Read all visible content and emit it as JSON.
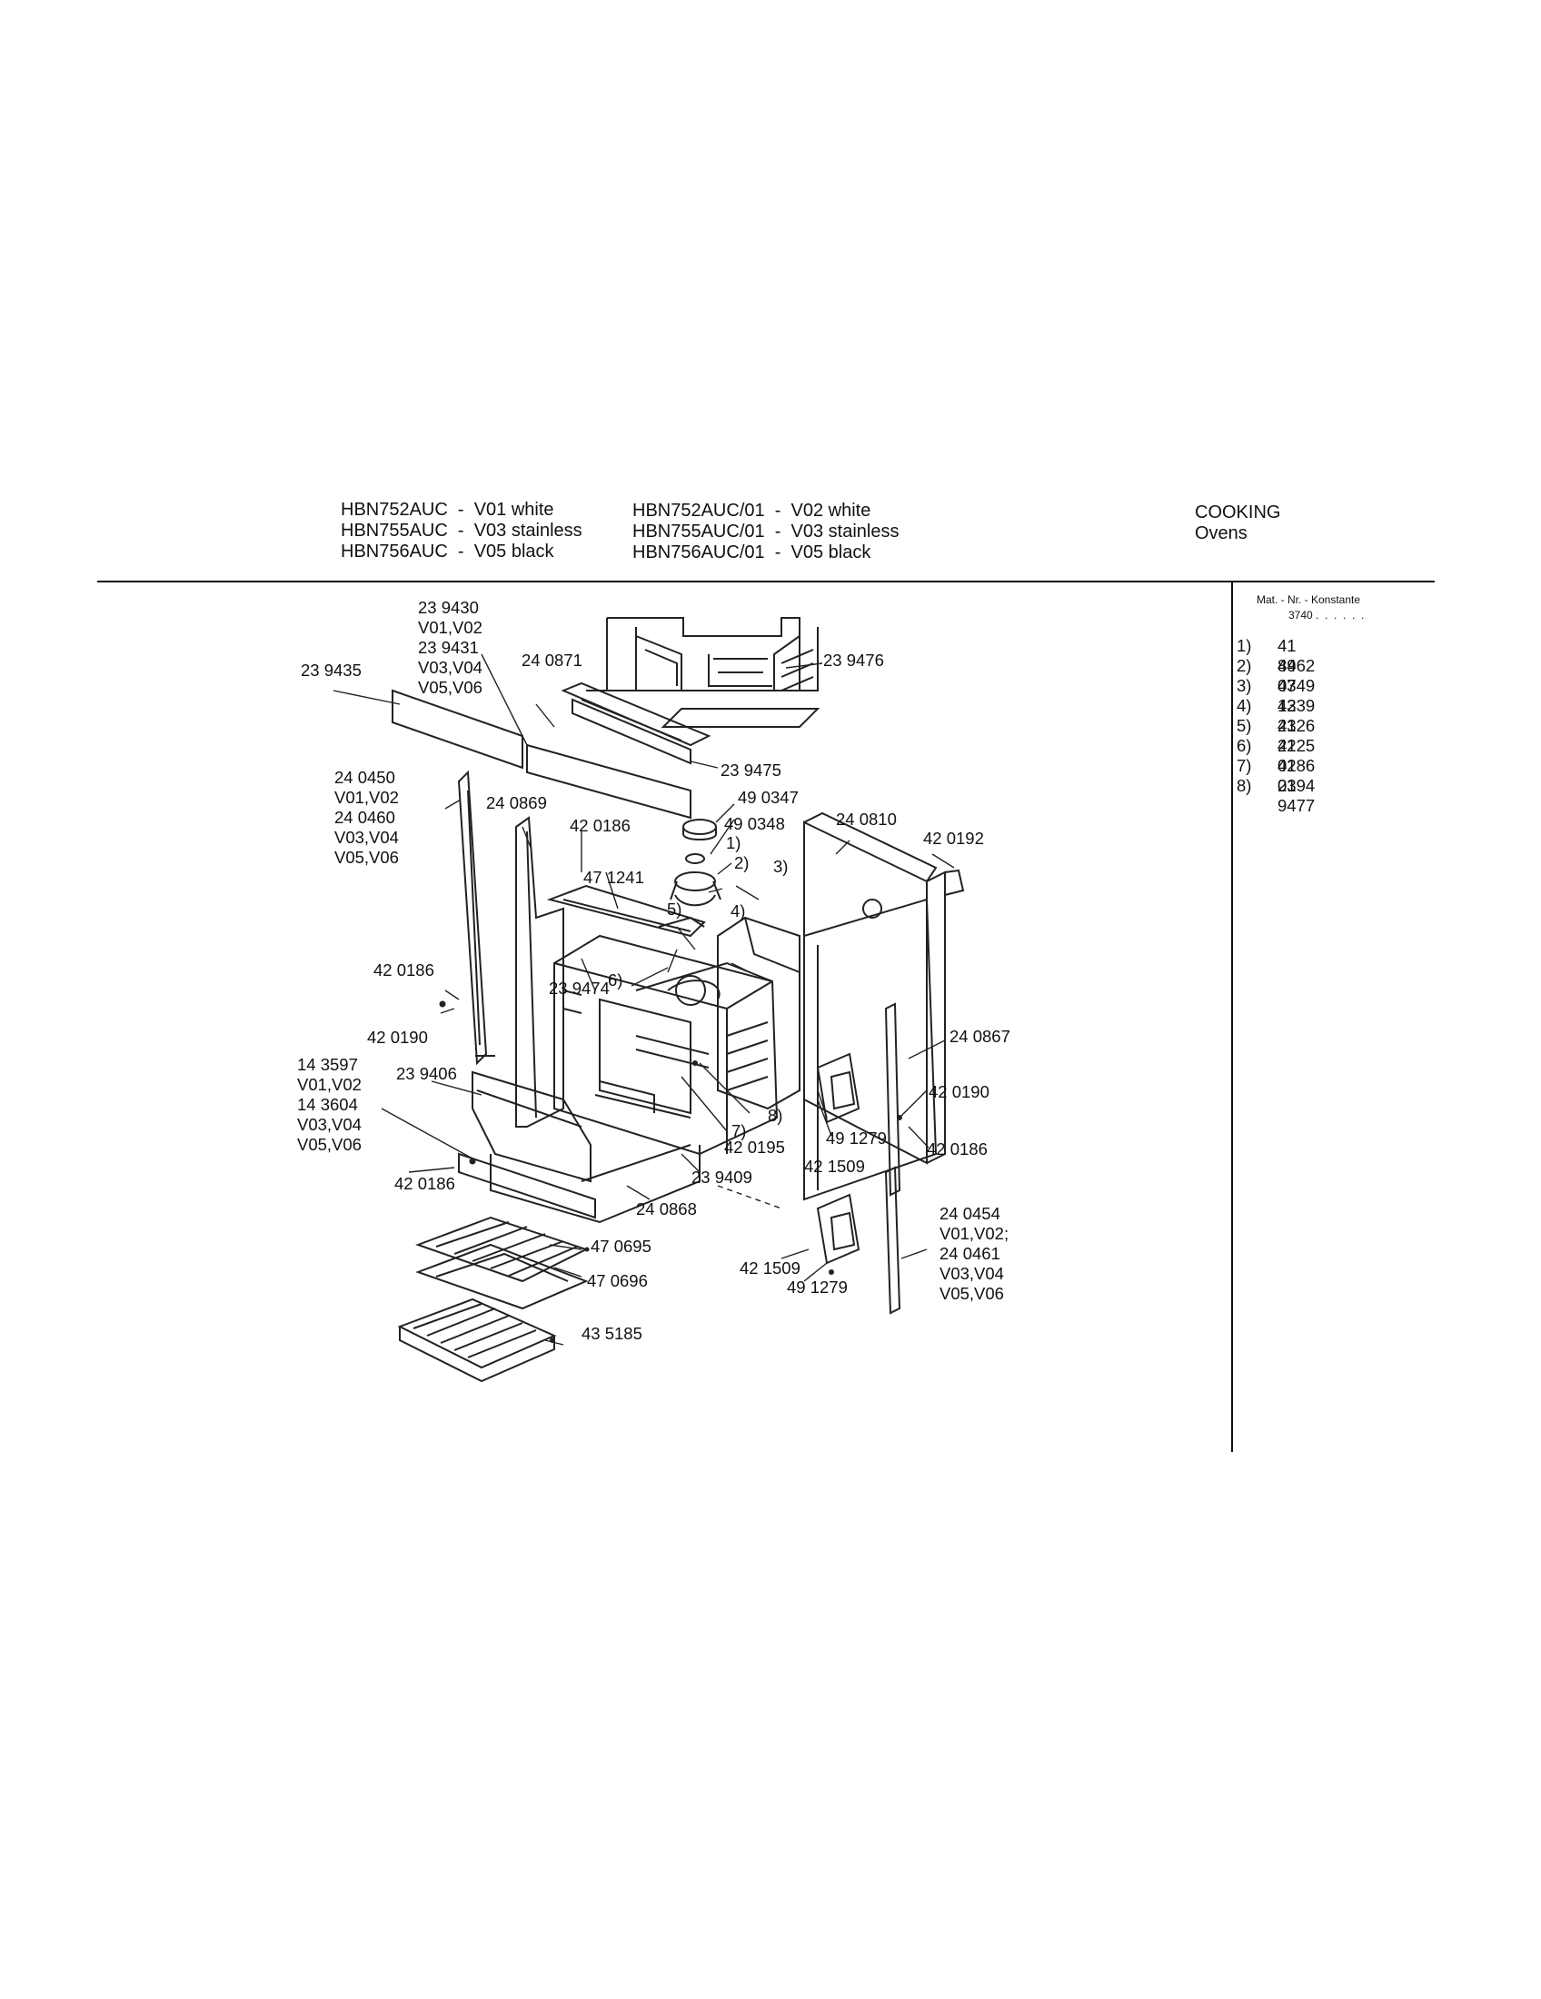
{
  "header": {
    "models_left": [
      "HBN752AUC  -  V01 white",
      "HBN755AUC  -  V03 stainless",
      "HBN756AUC  -  V05 black"
    ],
    "models_right": [
      "HBN752AUC/01  -  V02 white",
      "HBN755AUC/01  -  V03 stainless",
      "HBN756AUC/01  -  V05 black"
    ],
    "category": "COOKING",
    "subcategory": "Ovens"
  },
  "constants_panel": {
    "title": "Mat. - Nr. - Konstante",
    "prefix": "3740 .  .  .  .  .  .",
    "items": [
      {
        "key": "1)",
        "value": "41 8462"
      },
      {
        "key": "2)",
        "value": "49 0349"
      },
      {
        "key": "3)",
        "value": "47 1239"
      },
      {
        "key": "4)",
        "value": "43 2126"
      },
      {
        "key": "5)",
        "value": "43 2125"
      },
      {
        "key": "6)",
        "value": "42 0186"
      },
      {
        "key": "7)",
        "value": "42 0194"
      },
      {
        "key": "8)",
        "value": "23 9477"
      }
    ]
  },
  "part_labels": {
    "p239430_block": [
      "23 9430",
      "V01,V02",
      "23 9431",
      "V03,V04",
      "V05,V06"
    ],
    "p239435": "23 9435",
    "p240871": "24 0871",
    "p239476": "23 9476",
    "p239475": "23 9475",
    "p240450_block": [
      "24 0450",
      "V01,V02",
      "24 0460",
      "V03,V04",
      "V05,V06"
    ],
    "p240869": "24 0869",
    "p490347": "49 0347",
    "p490348": "49 0348",
    "p420186_a": "42 0186",
    "p240810": "24 0810",
    "p420192": "42 0192",
    "c1": "1)",
    "c2": "2)",
    "c3": "3)",
    "p471241": "47 1241",
    "c5": "5)",
    "c4": "4)",
    "p420186_b": "42 0186",
    "p239474": "23 9474",
    "c6": "6)",
    "p420190_a": "42 0190",
    "p240867": "24 0867",
    "p143597_block": [
      "14 3597",
      "V01,V02",
      "14 3604",
      "V03,V04",
      "V05,V06"
    ],
    "p239406": "23 9406",
    "c8": "8)",
    "c7": "7)",
    "p420190_b": "42 0190",
    "p491279_a": "49 1279",
    "p420195": "42 0195",
    "p421509_a": "42 1509",
    "p420186_c": "42 0186",
    "p420186_d": "42 0186",
    "p239409": "23 9409",
    "p240868": "24 0868",
    "p240454_block": [
      "24 0454",
      "V01,V02;",
      "24 0461",
      "V03,V04",
      "V05,V06"
    ],
    "p470695": "47 0695",
    "p470696": "47 0696",
    "p421509_b": "42 1509",
    "p491279_b": "49 1279",
    "p435185": "43 5185"
  }
}
